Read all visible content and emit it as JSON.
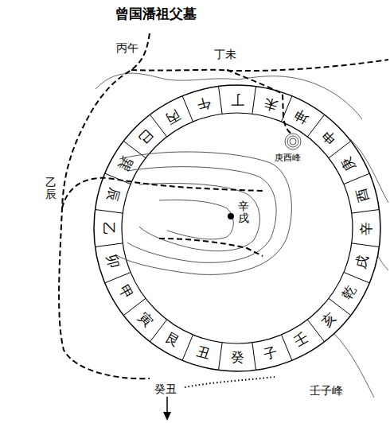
{
  "diagram": {
    "title": "曾国潘祖父墓",
    "labels": [
      "丙午",
      "丁未",
      "庚酉峰",
      "乙辰",
      "辛戌",
      "壬子峰",
      "癸丑",
      "午",
      "丁",
      "未",
      "坤",
      "申",
      "庚",
      "酉",
      "辛",
      "戌",
      "乾",
      "亥",
      "壬",
      "子",
      "癸",
      "丑",
      "艮",
      "寅",
      "甲",
      "卯",
      "乙",
      "辰",
      "巽",
      "巳",
      "丙"
    ]
  }
}
